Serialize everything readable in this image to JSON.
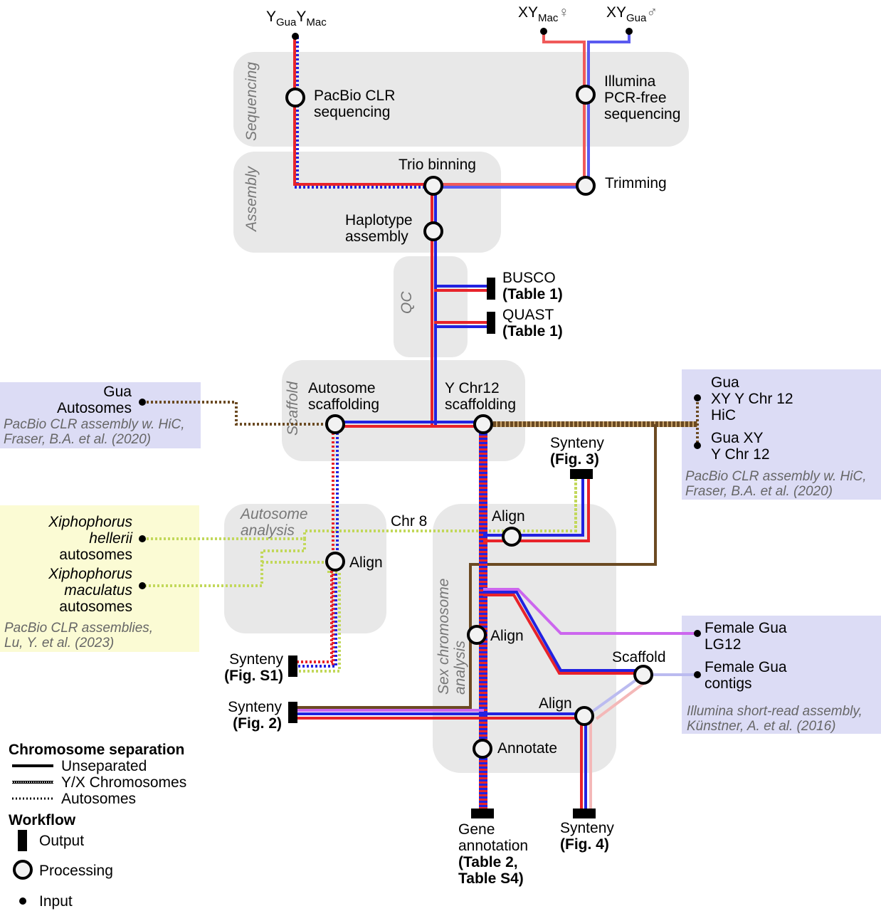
{
  "inputs": {
    "yy_label": "Y",
    "yy_sub1": "Gua",
    "yy_mid": "Y",
    "yy_sub2": "Mac",
    "xy_mac_label": "XY",
    "xy_mac_sub": "Mac",
    "xy_mac_symbol": "♀",
    "xy_gua_label": "XY",
    "xy_gua_sub": "Gua",
    "xy_gua_symbol": "♂"
  },
  "stages": {
    "sequencing": "Sequencing",
    "assembly": "Assembly",
    "qc": "QC",
    "scaffold": "Scaffold",
    "autosome_analysis_line1": "Autosome",
    "autosome_analysis_line2": "analysis",
    "sex_analysis_line1": "Sex chromosome",
    "sex_analysis_line2": "analysis"
  },
  "nodes": {
    "pacbio": [
      "PacBio CLR",
      "sequencing"
    ],
    "illumina": [
      "Illumina",
      "PCR-free",
      "sequencing"
    ],
    "trio": "Trio binning",
    "trimming": "Trimming",
    "haplotype": [
      "Haplotype",
      "assembly"
    ],
    "autosome_scaffolding": [
      "Autosome",
      "scaffolding"
    ],
    "ychr12_scaffolding": [
      "Y Chr12",
      "scaffolding"
    ],
    "align_auto": "Align",
    "align_top": "Align",
    "align_mid": "Align",
    "align_low": "Align",
    "scaffold": "Scaffold",
    "annotate": "Annotate"
  },
  "outputs": {
    "busco": [
      "BUSCO",
      "(Table 1)"
    ],
    "quast": [
      "QUAST",
      "(Table 1)"
    ],
    "synteny_fig3": [
      "Synteny",
      "(Fig. 3)"
    ],
    "synteny_figs1": [
      "Synteny",
      "(Fig. S1)"
    ],
    "synteny_fig2": [
      "Synteny",
      "(Fig. 2)"
    ],
    "gene_annotation": [
      "Gene",
      "annotation",
      "(Table 2,",
      "Table S4)"
    ],
    "synteny_fig4": [
      "Synteny",
      "(Fig. 4)"
    ]
  },
  "chr8_label": "Chr 8",
  "external_sources": {
    "gua_autosomes": {
      "names": [
        "Gua",
        "Autosomes"
      ],
      "citation": [
        "PacBio CLR assembly w. HiC,",
        "Fraser, B.A. et al. (2020)"
      ]
    },
    "gua_xy": {
      "names": [
        "Gua",
        "XY Y Chr 12",
        "HiC",
        "Gua XY",
        "Y Chr 12"
      ],
      "citation": [
        "PacBio CLR assembly w. HiC,",
        "Fraser, B.A. et al. (2020)"
      ]
    },
    "xiphophorus": {
      "hellerii": [
        "Xiphophorus",
        "hellerii",
        "autosomes"
      ],
      "maculatus": [
        "Xiphophorus",
        "maculatus",
        "autosomes"
      ],
      "citation": [
        "PacBio CLR assemblies,",
        "Lu, Y. et al. (2023)"
      ]
    },
    "female_gua": {
      "lg12": [
        "Female Gua",
        "LG12"
      ],
      "contigs": [
        "Female Gua",
        "contigs"
      ],
      "citation": [
        "Illumina short-read assembly,",
        "Künstner, A. et al. (2016)"
      ]
    }
  },
  "legend": {
    "sep_title": "Chromosome separation",
    "unseparated": "Unseparated",
    "yx": "Y/X Chromosomes",
    "autosomes": "Autosomes",
    "workflow_title": "Workflow",
    "output": "Output",
    "processing": "Processing",
    "input": "Input"
  },
  "colors": {
    "red": "#e8232a",
    "blue": "#2222e0",
    "brown": "#6b4a22",
    "lime": "#c2d85a",
    "purple_box": "#dcdcf5",
    "yellow_box": "#fbfbd4",
    "stage_gray": "#e8e8e8",
    "magenta": "#cc66ee",
    "light_blue": "#bbbbf0",
    "pink": "#f4b8b8"
  }
}
